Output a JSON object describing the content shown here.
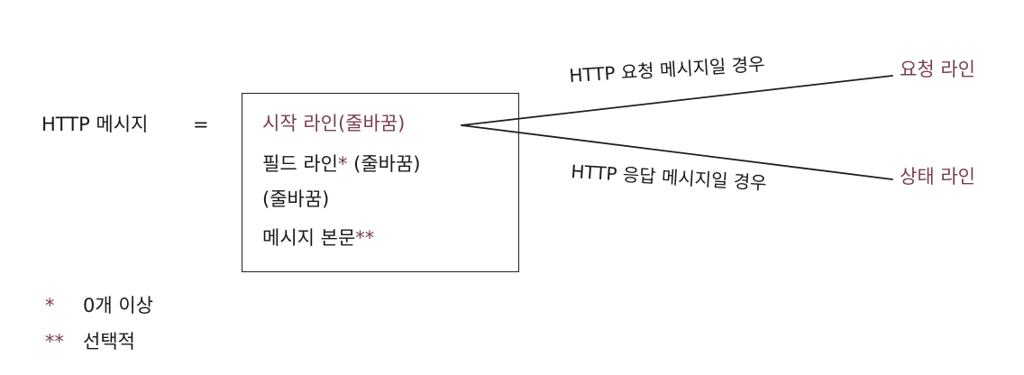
{
  "left_label": "HTTP 메시지",
  "equals": "=",
  "box_lines": [
    {
      "text": "시작 라인(줄바꿈)",
      "accent": true
    },
    {
      "text": "필드 라인",
      "suffix": "*",
      "tail": " (줄바꿈)"
    },
    {
      "text": "(줄바꿈)"
    },
    {
      "text": "메시지 본문",
      "suffix": "**"
    }
  ],
  "branch_top_label": "HTTP 요청 메시지일 경우",
  "branch_bottom_label": "HTTP 응답 메시지일 경우",
  "target_top": "요청 라인",
  "target_bottom": "상태 라인",
  "legend": [
    {
      "mark": "*",
      "text": "0개 이상"
    },
    {
      "mark": "**",
      "text": "선택적"
    }
  ],
  "colors": {
    "accent": "#7a3f55",
    "ink": "#1f1f1f"
  }
}
